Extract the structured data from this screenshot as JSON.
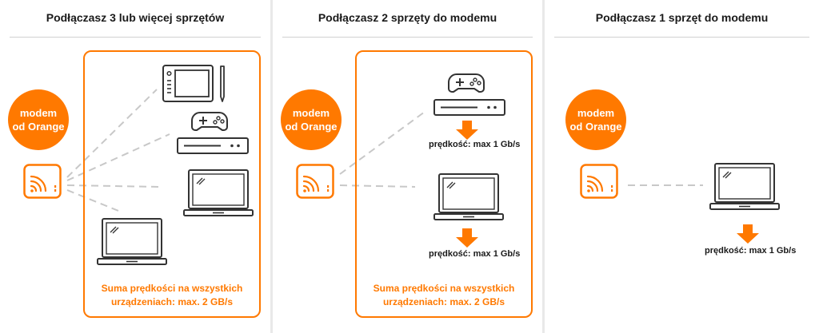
{
  "panels": [
    {
      "title": "Podłączasz 3 lub więcej sprzętów",
      "modem_line1": "modem",
      "modem_line2": "od Orange",
      "sum_line1": "Suma prędkości na wszystkich",
      "sum_line2": "urządzeniach: max. 2 GB/s"
    },
    {
      "title": "Podłączasz 2 sprzęty do modemu",
      "modem_line1": "modem",
      "modem_line2": "od Orange",
      "speed_console": "prędkość: max 1 Gb/s",
      "speed_laptop": "prędkość: max 1 Gb/s",
      "sum_line1": "Suma prędkości na wszystkich",
      "sum_line2": "urządzeniach: max. 2 GB/s"
    },
    {
      "title": "Podłączasz 1 sprzęt do modemu",
      "modem_line1": "modem",
      "modem_line2": "od Orange",
      "speed_laptop": "prędkość: max 1 Gb/s"
    }
  ],
  "colors": {
    "accent": "#ff7900",
    "dash": "#c8c8c8",
    "icon": "#333333",
    "background": "#e9e9e9"
  },
  "icons": [
    "router-icon",
    "tablet-icon",
    "game-console-icon",
    "laptop-icon",
    "down-arrow-icon"
  ]
}
